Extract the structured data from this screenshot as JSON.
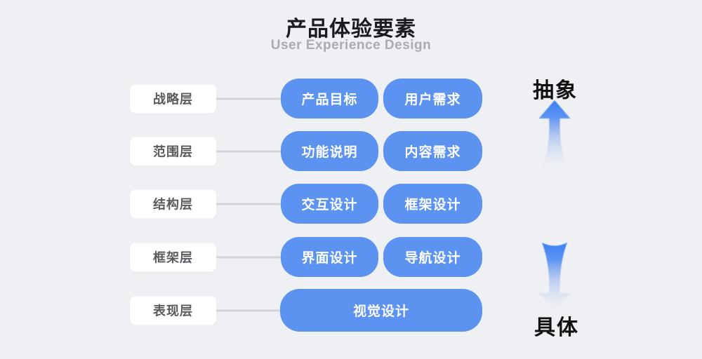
{
  "title": "产品体验要素",
  "subtitle": "User Experience Design",
  "layers": [
    {
      "label": "战略层",
      "items": [
        "产品目标",
        "用户需求"
      ]
    },
    {
      "label": "范围层",
      "items": [
        "功能说明",
        "内容需求"
      ]
    },
    {
      "label": "结构层",
      "items": [
        "交互设计",
        "框架设计"
      ]
    },
    {
      "label": "框架层",
      "items": [
        "界面设计",
        "导航设计"
      ]
    },
    {
      "label": "表现层",
      "items": [
        "视觉设计"
      ]
    }
  ],
  "axis": {
    "abstract_label": "抽象",
    "concrete_label": "具体",
    "up_icon": "arrow-up-icon",
    "down_icon": "arrow-down-icon"
  },
  "colors": {
    "background": "#eff0f3",
    "node_blue": "#5c93f1",
    "arrow_blue": "#3b80f3",
    "label_bg": "#ffffff",
    "label_text": "#595b5f",
    "connector_gray": "#d3d4d8",
    "title_text": "#1a1b1e",
    "subtitle_text": "#a8abb1"
  }
}
